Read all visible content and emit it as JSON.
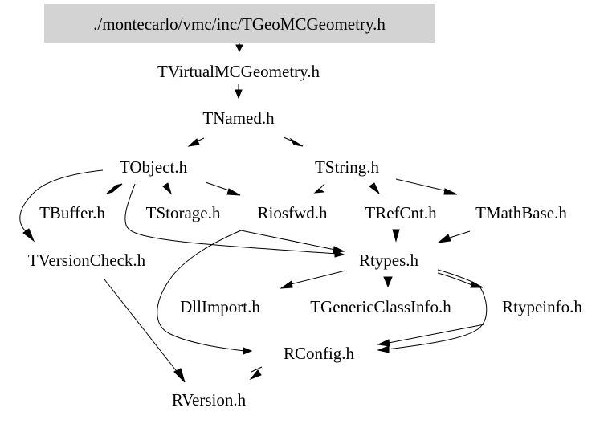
{
  "diagram": {
    "type": "include-dependency-graph",
    "root_fill": "#d3d3d3",
    "nodes": [
      {
        "id": "root",
        "label": "./montecarlo/vmc/inc/TGeoMCGeometry.h",
        "highlighted": true
      },
      {
        "id": "tvirtual",
        "label": "TVirtualMCGeometry.h"
      },
      {
        "id": "tnamed",
        "label": "TNamed.h"
      },
      {
        "id": "tobject",
        "label": "TObject.h"
      },
      {
        "id": "tstring",
        "label": "TString.h"
      },
      {
        "id": "tbuffer",
        "label": "TBuffer.h"
      },
      {
        "id": "tstorage",
        "label": "TStorage.h"
      },
      {
        "id": "riosfwd",
        "label": "Riosfwd.h"
      },
      {
        "id": "trefcnt",
        "label": "TRefCnt.h"
      },
      {
        "id": "tmathbase",
        "label": "TMathBase.h"
      },
      {
        "id": "tversioncheck",
        "label": "TVersionCheck.h"
      },
      {
        "id": "rtypes",
        "label": "Rtypes.h"
      },
      {
        "id": "dllimport",
        "label": "DllImport.h"
      },
      {
        "id": "tgeneric",
        "label": "TGenericClassInfo.h"
      },
      {
        "id": "rtypeinfo",
        "label": "Rtypeinfo.h"
      },
      {
        "id": "rconfig",
        "label": "RConfig.h"
      },
      {
        "id": "rversion",
        "label": "RVersion.h"
      }
    ],
    "edges": [
      {
        "from": "root",
        "to": "tvirtual"
      },
      {
        "from": "tvirtual",
        "to": "tnamed"
      },
      {
        "from": "tnamed",
        "to": "tobject"
      },
      {
        "from": "tnamed",
        "to": "tstring"
      },
      {
        "from": "tobject",
        "to": "tbuffer"
      },
      {
        "from": "tbuffer",
        "to": "tobject"
      },
      {
        "from": "tobject",
        "to": "tstorage"
      },
      {
        "from": "tobject",
        "to": "riosfwd"
      },
      {
        "from": "tobject",
        "to": "tversioncheck"
      },
      {
        "from": "tobject",
        "to": "rtypes"
      },
      {
        "from": "tstring",
        "to": "riosfwd"
      },
      {
        "from": "tstring",
        "to": "trefcnt"
      },
      {
        "from": "tstring",
        "to": "tmathbase"
      },
      {
        "from": "riosfwd",
        "to": "rtypes"
      },
      {
        "from": "riosfwd",
        "to": "rconfig"
      },
      {
        "from": "trefcnt",
        "to": "rtypes"
      },
      {
        "from": "tmathbase",
        "to": "rtypes"
      },
      {
        "from": "tversioncheck",
        "to": "rversion"
      },
      {
        "from": "rtypes",
        "to": "dllimport"
      },
      {
        "from": "rtypes",
        "to": "tgeneric"
      },
      {
        "from": "rtypes",
        "to": "rtypeinfo"
      },
      {
        "from": "rtypes",
        "to": "rconfig"
      },
      {
        "from": "rtypeinfo",
        "to": "rconfig"
      },
      {
        "from": "rconfig",
        "to": "rversion"
      }
    ]
  }
}
